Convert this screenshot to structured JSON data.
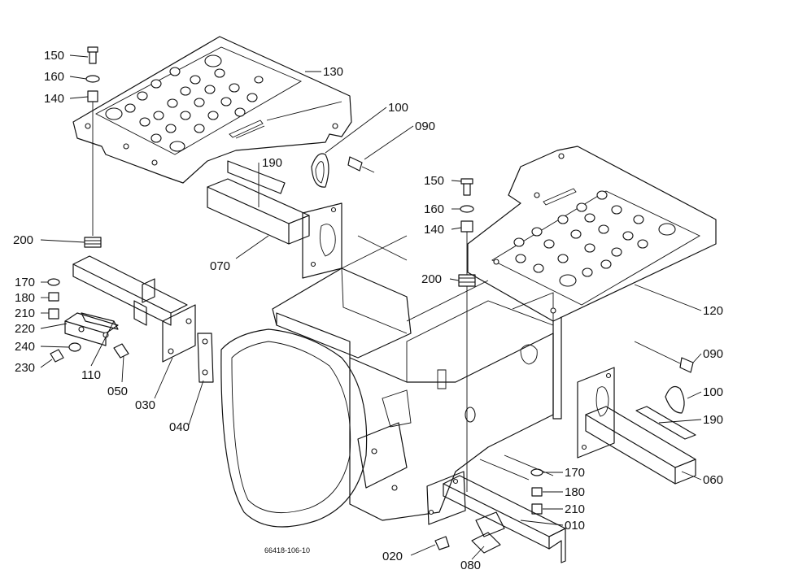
{
  "drawing": {
    "code": "66418-106-10"
  },
  "labels": {
    "l130": "130",
    "l150a": "150",
    "l160a": "160",
    "l140a": "140",
    "l100a": "100",
    "l090a": "090",
    "l190a": "190",
    "l070": "070",
    "l200a": "200",
    "l170a": "170",
    "l180a": "180",
    "l210a": "210",
    "l220": "220",
    "l240": "240",
    "l230": "230",
    "l110": "110",
    "l050": "050",
    "l030": "030",
    "l040": "040",
    "l150b": "150",
    "l160b": "160",
    "l140b": "140",
    "l200b": "200",
    "l120": "120",
    "l090b": "090",
    "l100b": "100",
    "l190b": "190",
    "l060": "060",
    "l170b": "170",
    "l180b": "180",
    "l210b": "210",
    "l010": "010",
    "l020": "020",
    "l080": "080"
  }
}
